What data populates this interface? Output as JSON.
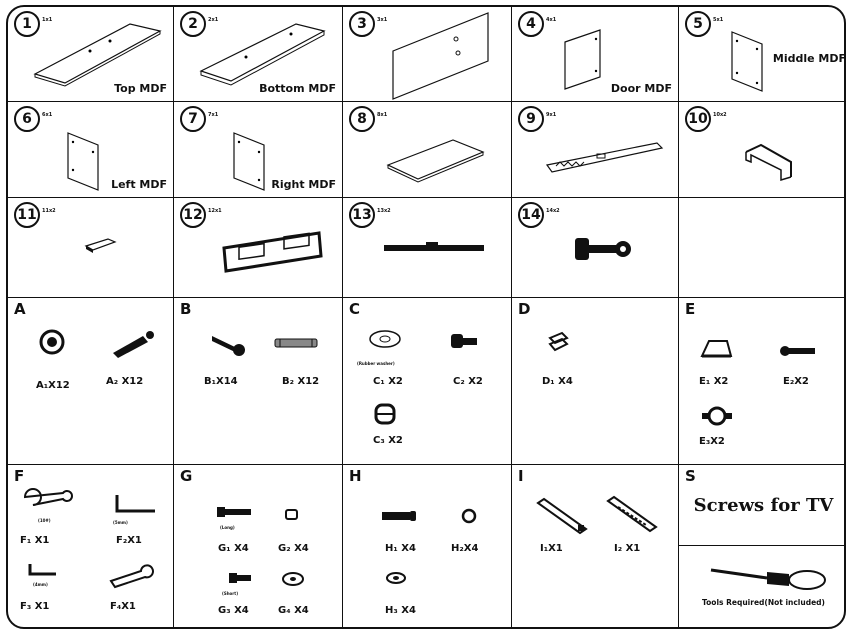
{
  "parts": [
    {
      "num": "1",
      "qty": "1x1",
      "label": "Top MDF"
    },
    {
      "num": "2",
      "qty": "2x1",
      "label": "Bottom MDF"
    },
    {
      "num": "3",
      "qty": "3x1",
      "label": ""
    },
    {
      "num": "4",
      "qty": "4x1",
      "label": "Door MDF"
    },
    {
      "num": "5",
      "qty": "5x1",
      "label": "Middle MDF"
    },
    {
      "num": "6",
      "qty": "6x1",
      "label": "Left MDF"
    },
    {
      "num": "7",
      "qty": "7x1",
      "label": "Right MDF"
    },
    {
      "num": "8",
      "qty": "8x1",
      "label": ""
    },
    {
      "num": "9",
      "qty": "9x1",
      "label": ""
    },
    {
      "num": "10",
      "qty": "10x2",
      "label": ""
    },
    {
      "num": "11",
      "qty": "11x2",
      "label": ""
    },
    {
      "num": "12",
      "qty": "12x1",
      "label": ""
    },
    {
      "num": "13",
      "qty": "13x2",
      "label": ""
    },
    {
      "num": "14",
      "qty": "14x2",
      "label": ""
    }
  ],
  "hardware": {
    "A": {
      "letter": "A",
      "items": [
        "A₁X12",
        "A₂ X12"
      ]
    },
    "B": {
      "letter": "B",
      "items": [
        "B₁X14",
        "B₂ X12"
      ]
    },
    "C": {
      "letter": "C",
      "items": [
        "C₁ X2",
        "C₂ X2",
        "C₃ X2"
      ],
      "note": "(Rubber washer)"
    },
    "D": {
      "letter": "D",
      "items": [
        "D₁ X4"
      ]
    },
    "E": {
      "letter": "E",
      "items": [
        "E₁ X2",
        "E₂X2",
        "E₃X2"
      ]
    },
    "F": {
      "letter": "F",
      "items": [
        "F₁ X1",
        "F₂X1",
        "F₃ X1",
        "F₄X1"
      ],
      "notes": [
        "(10#)",
        "(5mm)",
        "(4mm)"
      ]
    },
    "G": {
      "letter": "G",
      "items": [
        "G₁ X4",
        "G₂ X4",
        "G₃ X4",
        "G₄ X4"
      ],
      "notes": [
        "(Long)",
        "(Short)"
      ]
    },
    "H": {
      "letter": "H",
      "items": [
        "H₁ X4",
        "H₂X4",
        "H₃ X4"
      ]
    },
    "I": {
      "letter": "I",
      "items": [
        "I₁X1",
        "I₂ X1"
      ]
    },
    "S": {
      "letter": "S",
      "screws_text": "Screws for TV",
      "tools_text": "Tools Required(Not included)"
    }
  }
}
